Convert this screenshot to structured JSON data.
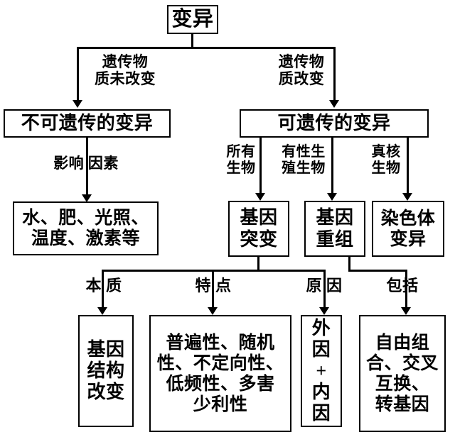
{
  "diagram": {
    "title": "变异",
    "type": "concept-map",
    "nodes": {
      "root": "变异",
      "non_heritable": "不可遗传的变异",
      "heritable": "可遗传的变异",
      "env_factors": "水、肥、光照、\n温度、激素等",
      "gene_mutation": "基因\n突变",
      "gene_recombination": "基因\n重组",
      "chromosome_variation": "染色体\n变异",
      "gene_structure_change": "基因\n结构\n改变",
      "mutation_features": "普遍性、随机\n性、不定向性、\n低频性、多害\n少利性",
      "mutation_causes": "外\n因\n+\n内\n因",
      "recombination_includes": "自由组\n合、交叉\n互换、\n转基因"
    },
    "edge_labels": {
      "genetic_material_unchanged": "遗传物\n质未改变",
      "genetic_material_changed": "遗传物\n质改变",
      "influencing_factors": "影响 因素",
      "all_organisms": "所有\n生物",
      "sexual_reproduction_organisms": "有性生\n殖生物",
      "eukaryotes": "真核\n生物",
      "essence": "本 质",
      "characteristics": "特 点",
      "cause": "原 因",
      "includes": "包括"
    },
    "colors": {
      "stroke": "#000000",
      "background": "#ffffff",
      "text": "#000000"
    }
  }
}
